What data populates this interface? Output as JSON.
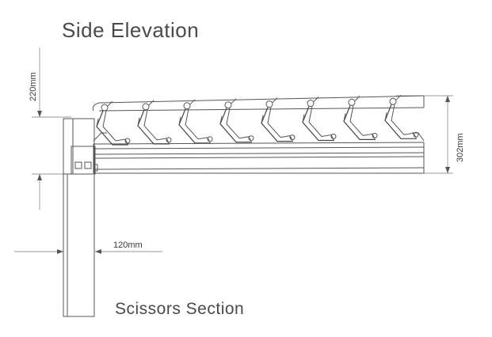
{
  "title": "Side Elevation",
  "section_label": "Scissors Section",
  "dimensions": {
    "left_height": "220mm",
    "right_height": "302mm",
    "post_width": "120mm"
  },
  "scissor_units": 8
}
